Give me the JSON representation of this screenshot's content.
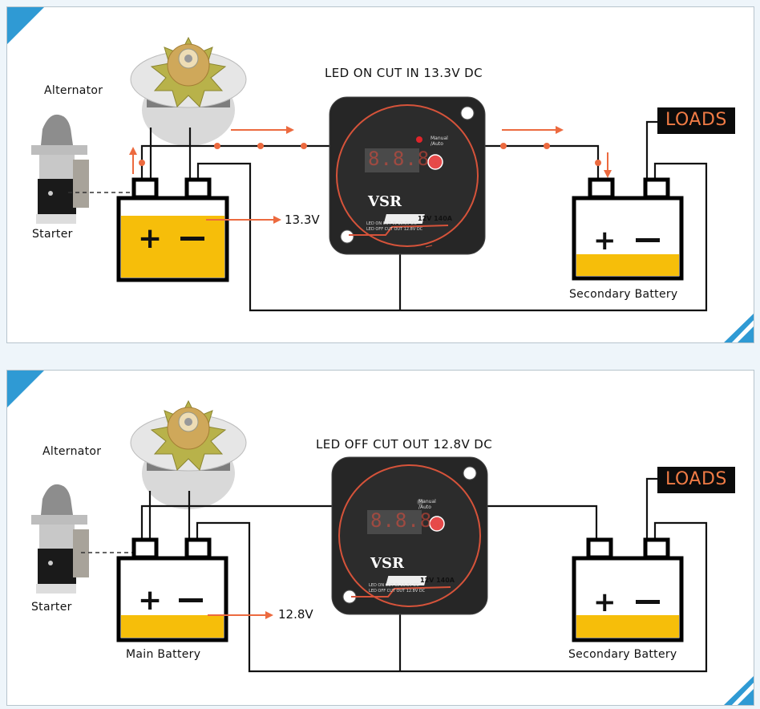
{
  "colors": {
    "accent_blue": "#2f9ad4",
    "flow_orange": "#ec6a3f",
    "battery_fill": "#f6be0a",
    "wire": "#111111",
    "vsr_body": "#2a2a2a",
    "vsr_ring": "#d6533a"
  },
  "panels": [
    {
      "title": "LED ON CUT IN 13.3V DC",
      "alternator_label": "Alternator",
      "starter_label": "Starter",
      "main_battery_label": "",
      "main_battery_voltage": "13.3V",
      "main_battery_charge": 0.8,
      "secondary_battery_label": "Secondary Battery",
      "secondary_battery_charge": 0.35,
      "loads_label": "LOADS",
      "led_state": "on",
      "current_flow": true,
      "vsr": {
        "brand": "VSR",
        "rating": "12V 140A",
        "mode_label": "Manual /Auto",
        "spec_line_1": "LED ON CUT IN 13.3V DC",
        "spec_line_2": "LED OFF CUT OUT 12.8V DC",
        "display": "8.8.8."
      }
    },
    {
      "title": "LED OFF CUT OUT 12.8V DC",
      "alternator_label": "Alternator",
      "starter_label": "Starter",
      "main_battery_label": "Main Battery",
      "main_battery_voltage": "12.8V",
      "main_battery_charge": 0.35,
      "secondary_battery_label": "Secondary Battery",
      "secondary_battery_charge": 0.35,
      "loads_label": "LOADS",
      "led_state": "off",
      "current_flow": false,
      "vsr": {
        "brand": "VSR",
        "rating": "12V 140A",
        "mode_label": "Manual /Auto",
        "spec_line_1": "LED ON CUT IN 13.3V DC",
        "spec_line_2": "LED OFF CUT OUT 12.8V DC",
        "display": "8.8.8."
      }
    }
  ]
}
